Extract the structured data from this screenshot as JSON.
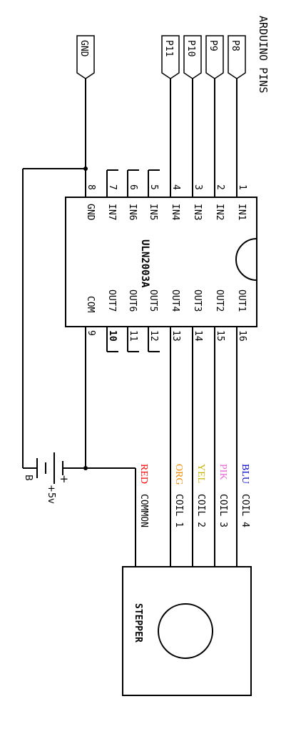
{
  "title": "ARDUINO PINS",
  "arduino_pins": [
    "P8",
    "P9",
    "P10",
    "P11"
  ],
  "gnd_label": "GND",
  "chip": {
    "name": "ULN2003A",
    "inputs": [
      {
        "num": "1",
        "label": "IN1"
      },
      {
        "num": "2",
        "label": "IN2"
      },
      {
        "num": "3",
        "label": "IN3"
      },
      {
        "num": "4",
        "label": "IN4"
      },
      {
        "num": "5",
        "label": "IN5"
      },
      {
        "num": "6",
        "label": "IN6"
      },
      {
        "num": "7",
        "label": "IN7"
      },
      {
        "num": "8",
        "label": "GND"
      }
    ],
    "outputs": [
      {
        "num": "16",
        "label": "OUT1"
      },
      {
        "num": "15",
        "label": "OUT2"
      },
      {
        "num": "14",
        "label": "OUT3"
      },
      {
        "num": "13",
        "label": "OUT4"
      },
      {
        "num": "12",
        "label": "OUT5"
      },
      {
        "num": "11",
        "label": "OUT6"
      },
      {
        "num": "10",
        "label": "OUT7"
      },
      {
        "num": "9",
        "label": "COM"
      }
    ]
  },
  "wires": [
    {
      "color_word": "BLU",
      "name": "COIL 4",
      "color": "#0000cc"
    },
    {
      "color_word": "PIK",
      "name": "COIL 3",
      "color": "#ee66dd"
    },
    {
      "color_word": "YEL",
      "name": "COIL 2",
      "color": "#c8b400"
    },
    {
      "color_word": "ORG",
      "name": "COIL 1",
      "color": "#f08a00"
    },
    {
      "color_word": "RED",
      "name": "COMMON",
      "color": "#ff0000"
    }
  ],
  "battery": {
    "plus": "+",
    "minus": "B",
    "voltage": "+5v"
  },
  "motor_label": "STEPPER"
}
